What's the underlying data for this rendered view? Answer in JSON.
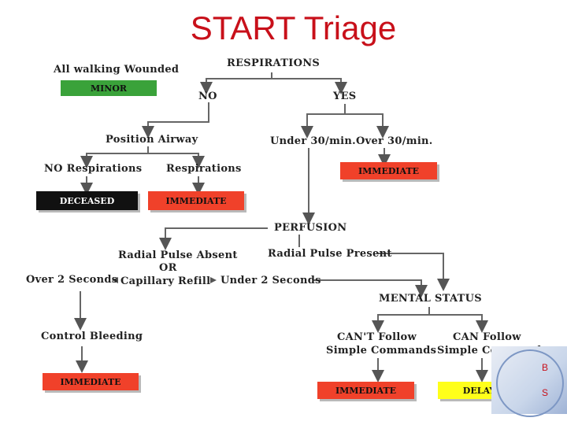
{
  "title": "START Triage",
  "labels": {
    "walking": "All walking Wounded",
    "respirations": "RESPIRATIONS",
    "no": "NO",
    "yes": "YES",
    "position_airway": "Position Airway",
    "no_respirations": "NO Respirations",
    "respirations2": "Respirations",
    "under30": "Under 30/min.",
    "over30": "Over 30/min.",
    "perfusion": "PERFUSION",
    "radial_absent": "Radial Pulse Absent",
    "or": "OR",
    "over2": "Over 2 Seconds",
    "cap_refill": "Capillary Refill",
    "under2": "Under 2 Seconds",
    "radial_present": "Radial Pulse Present",
    "mental_status": "MENTAL STATUS",
    "control_bleeding": "Control Bleeding",
    "cant_follow": "CAN'T Follow",
    "cant_follow_sub": "Simple Commands",
    "can_follow": "CAN Follow",
    "can_follow_sub": "Simple Commands"
  },
  "boxes": {
    "minor": "MINOR",
    "deceased": "DECEASED",
    "immediate_resp": "IMMEDIATE",
    "immediate_over30": "IMMEDIATE",
    "immediate_bleeding": "IMMEDIATE",
    "immediate_cant": "IMMEDIATE",
    "delayed": "DELAYED"
  },
  "colors": {
    "title": "#c8101a",
    "minor": "#3aa23a",
    "immediate": "#f0412a",
    "deceased": "#111111",
    "delayed": "#ffff1a"
  },
  "logo_letters": [
    "B",
    "S"
  ]
}
